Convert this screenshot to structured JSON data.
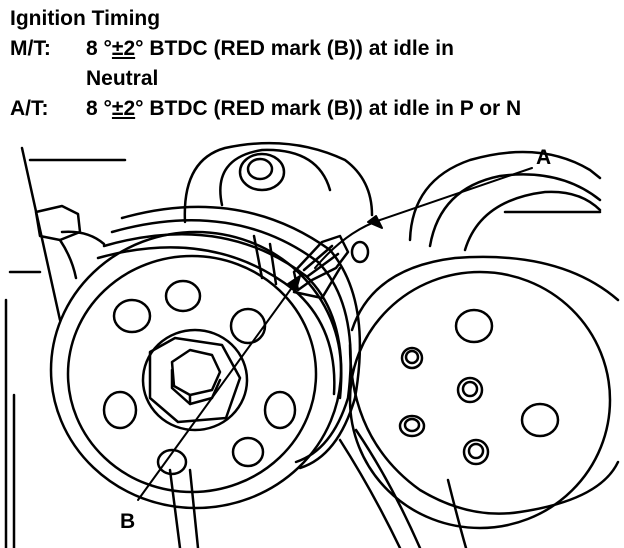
{
  "spec": {
    "title": "Ignition Timing",
    "mt_label": "M/T:",
    "mt_line1_pre": "8 °",
    "mt_line1_pm": "±2",
    "mt_line1_post": " ° BTDC (RED mark (B)) at idle in",
    "mt_line2": "Neutral",
    "at_label": "A/T:",
    "at_pre": "8 °",
    "at_pm": "±2",
    "at_post": " ° BTDC (RED mark (B)) at idle in P or N"
  },
  "callouts": {
    "a": "A",
    "b": "B"
  },
  "colors": {
    "ink": "#000000",
    "paper": "#ffffff"
  }
}
